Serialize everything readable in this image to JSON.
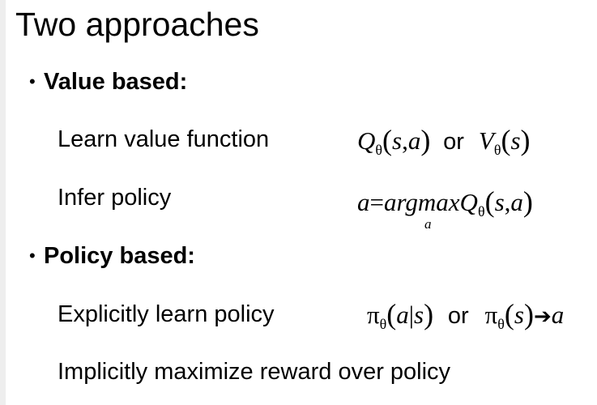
{
  "slide": {
    "title": "Two approaches",
    "sections": [
      {
        "bullet": "•",
        "label": "Value based:",
        "items": [
          {
            "text": "Learn value function",
            "formula": {
              "q": "Q",
              "theta": "θ",
              "lparen": "(",
              "s": "s",
              "comma": ",",
              "a": "a",
              "rparen": ")",
              "or": "or",
              "v": "V",
              "theta2": "θ",
              "lparen2": "(",
              "s2": "s",
              "rparen2": ")"
            }
          },
          {
            "text": "Infer policy",
            "formula": {
              "a": "a",
              "eq": "=",
              "argmax": "argmax",
              "q": "Q",
              "theta": "θ",
              "lparen": "(",
              "s": "s",
              "comma": ",",
              "a2": "a",
              "rparen": ")",
              "under": "a"
            }
          }
        ]
      },
      {
        "bullet": "•",
        "label": "Policy based:",
        "items": [
          {
            "text": "Explicitly learn policy",
            "formula": {
              "pi": "π",
              "theta": "θ",
              "lparen": "(",
              "a": "a",
              "bar": "|",
              "s": "s",
              "rparen": ")",
              "or": "or",
              "pi2": "π",
              "theta2": "θ",
              "lparen2": "(",
              "s2": "s",
              "rparen2": ")",
              "arrow": "➔",
              "a2": "a"
            }
          },
          {
            "text": "Implicitly maximize reward over policy"
          }
        ]
      }
    ]
  }
}
